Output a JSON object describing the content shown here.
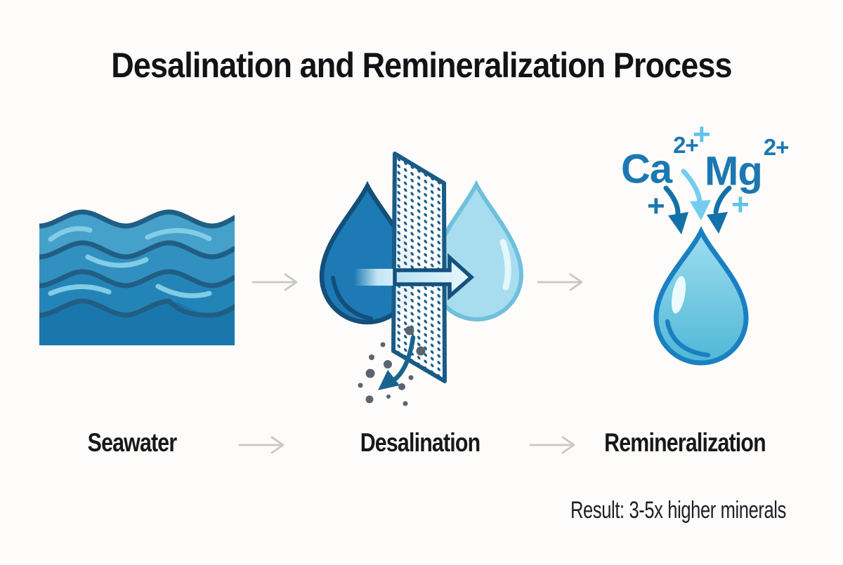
{
  "title": "Desalination and Remineralization Process",
  "stages": [
    {
      "label": "Seawater"
    },
    {
      "label": "Desalination"
    },
    {
      "label": "Remineralization"
    }
  ],
  "ions": {
    "calcium": {
      "symbol": "Ca",
      "charge": "2+"
    },
    "magnesium": {
      "symbol": "Mg",
      "charge": "2+"
    }
  },
  "plus_signs": {
    "top": "+",
    "left": "+",
    "right": "+"
  },
  "result_note": "Result: 3-5x higher minerals",
  "icons": {
    "seawater": "seawater-waves-icon",
    "desalination": "membrane-filter-icon",
    "remineralization": "mineral-drop-icon",
    "connector": "flow-arrow-icon"
  },
  "colors": {
    "sea_band_light": "#45a0ca",
    "sea_band_mid1": "#3190c0",
    "sea_band_mid2": "#2384b7",
    "sea_band_deep": "#1a77ad",
    "wave_line": "#215e84",
    "wave_highlight": "#82cde5",
    "salty_drop": "#1d7ab5",
    "salty_drop_outline": "#134f79",
    "fresh_drop": "#a7ddef",
    "fresh_drop_outline": "#6fc0dc",
    "membrane_outline": "#1a5a86",
    "membrane_dots": "#1d5e8c",
    "permeate_arrow_outline": "#14517d",
    "brine_particles": "#5c646e",
    "brine_arrow": "#17658f",
    "ion_blue": "#1b78b2",
    "ion_light_blue": "#5fc3ea",
    "mineral_drop_outline": "#1a80c2",
    "flow_arrow_gray": "#c7c7c7",
    "text_dark": "#17181a"
  }
}
